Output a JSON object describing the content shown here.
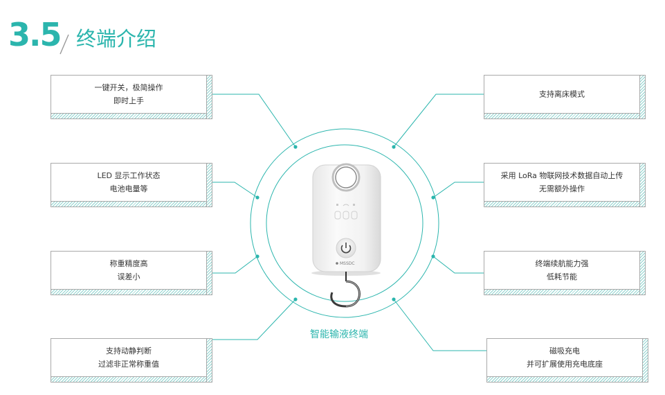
{
  "section": {
    "number": "3.5",
    "title": "终端介绍"
  },
  "device_caption": "智能输液终端",
  "device": {
    "brand": "MSSDC"
  },
  "colors": {
    "accent": "#2bb5ad",
    "accent_light": "#8fd3cf",
    "text": "#333333",
    "border": "#a9a9a9"
  },
  "features": {
    "left": [
      {
        "line1": "一键开关，极简操作",
        "line2": "即时上手"
      },
      {
        "line1": "LED 显示工作状态",
        "line2": "电池电量等"
      },
      {
        "line1": "称重精度高",
        "line2": "误差小"
      },
      {
        "line1": "支持动静判断",
        "line2": "过滤非正常称重值"
      }
    ],
    "right": [
      {
        "line1": "支持离床模式",
        "line2": ""
      },
      {
        "line1": "采用 LoRa 物联网技术数据自动上传",
        "line2": "无需额外操作"
      },
      {
        "line1": "终端续航能力强",
        "line2": "低耗节能"
      },
      {
        "line1": "磁吸充电",
        "line2": "并可扩展使用充电底座"
      }
    ]
  }
}
